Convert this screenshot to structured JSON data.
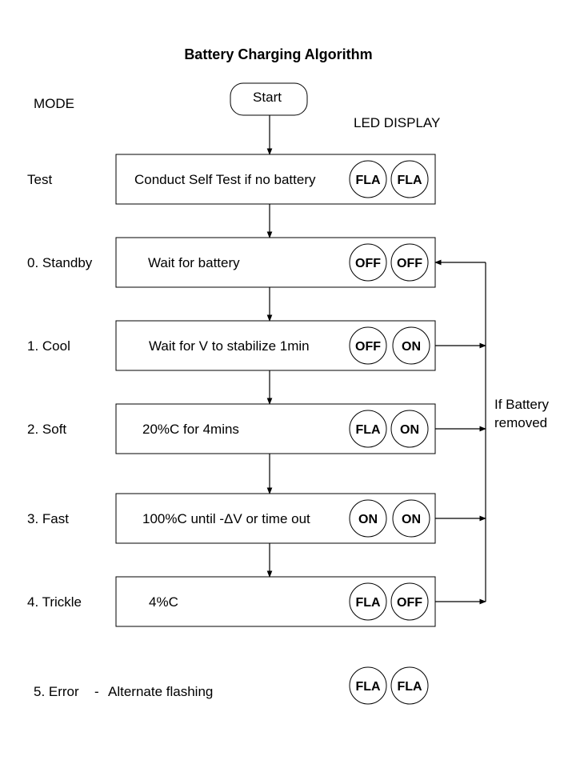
{
  "title": "Battery Charging Algorithm",
  "headers": {
    "mode": "MODE",
    "led_display": "LED DISPLAY"
  },
  "start_label": "Start",
  "states": [
    {
      "mode": "Test",
      "description": "Conduct Self Test if no battery",
      "leds": [
        "FLA",
        "FLA"
      ]
    },
    {
      "mode": "0. Standby",
      "description": "Wait for battery",
      "leds": [
        "OFF",
        "OFF"
      ]
    },
    {
      "mode": "1. Cool",
      "description": "Wait for V to stabilize 1min",
      "leds": [
        "OFF",
        "ON"
      ]
    },
    {
      "mode": "2. Soft",
      "description": "20%C for 4mins",
      "leds": [
        "FLA",
        "ON"
      ]
    },
    {
      "mode": "3. Fast",
      "description": "100%C until -ΔV or time out",
      "leds": [
        "ON",
        "ON"
      ]
    },
    {
      "mode": "4. Trickle",
      "description": "4%C",
      "leds": [
        "FLA",
        "OFF"
      ]
    }
  ],
  "error": {
    "mode": "5. Error",
    "separator": "-",
    "description": "Alternate flashing",
    "leds": [
      "FLA",
      "FLA"
    ]
  },
  "side_note": {
    "line1": "If Battery",
    "line2": "removed"
  },
  "colors": {
    "stroke": "#000000",
    "background": "#ffffff"
  }
}
